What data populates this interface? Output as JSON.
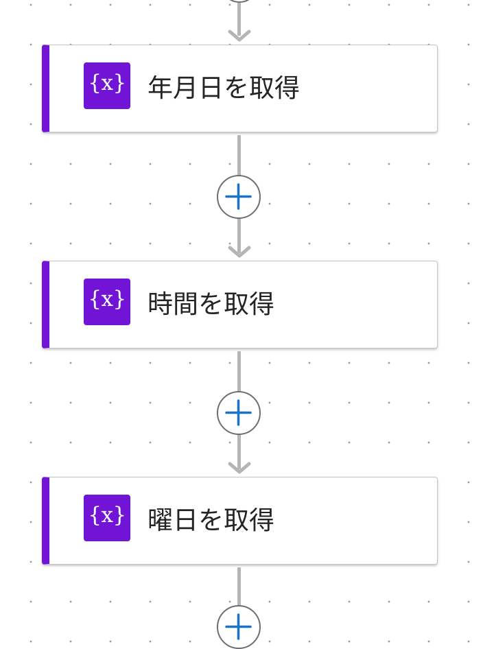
{
  "flow": {
    "steps": [
      {
        "icon": "variable-icon",
        "icon_text": "{x}",
        "title": "年月日を取得"
      },
      {
        "icon": "variable-icon",
        "icon_text": "{x}",
        "title": "時間を取得"
      },
      {
        "icon": "variable-icon",
        "icon_text": "{x}",
        "title": "曜日を取得"
      }
    ],
    "add_button_icon": "plus-icon",
    "colors": {
      "accent": "#7114d6",
      "plus": "#1a73c8",
      "connector": "#b5b5b8",
      "circle_border": "#6e6e72",
      "title_text": "#242424"
    }
  }
}
